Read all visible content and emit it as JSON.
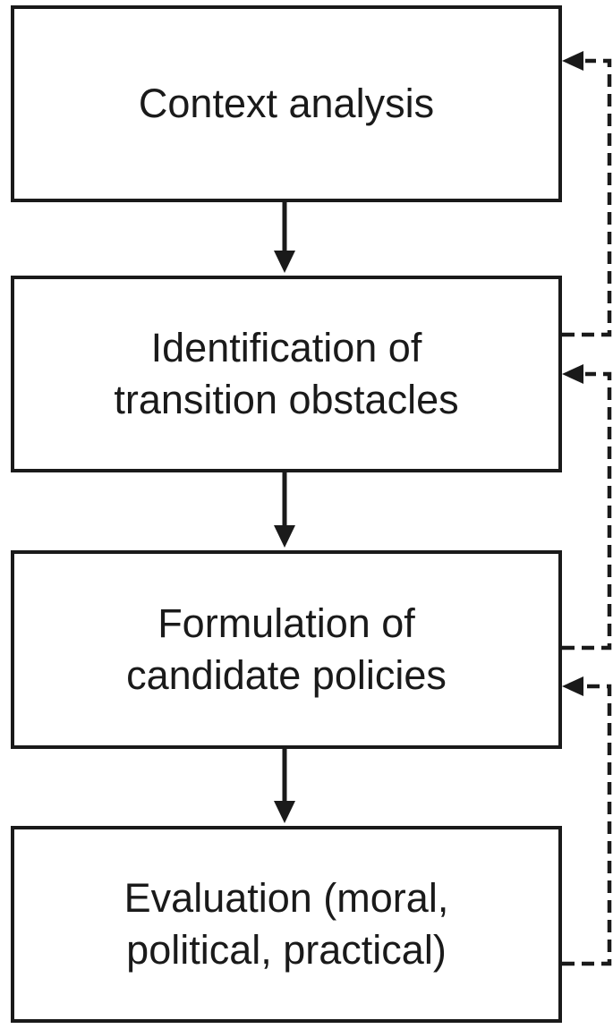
{
  "diagram": {
    "type": "flowchart",
    "steps": [
      {
        "id": "context-analysis",
        "label": "Context analysis"
      },
      {
        "id": "transition-obstacles",
        "label": "Identification of\ntransition obstacles"
      },
      {
        "id": "candidate-policies",
        "label": "Formulation of\ncandidate policies"
      },
      {
        "id": "evaluation",
        "label": "Evaluation (moral,\npolitical, practical)"
      }
    ],
    "forward_edges": [
      {
        "from": "context-analysis",
        "to": "transition-obstacles",
        "style": "solid-arrow"
      },
      {
        "from": "transition-obstacles",
        "to": "candidate-policies",
        "style": "solid-arrow"
      },
      {
        "from": "candidate-policies",
        "to": "evaluation",
        "style": "solid-arrow"
      }
    ],
    "feedback_edges": [
      {
        "from": "transition-obstacles",
        "to": "context-analysis",
        "style": "dashed-arrow"
      },
      {
        "from": "candidate-policies",
        "to": "transition-obstacles",
        "style": "dashed-arrow"
      },
      {
        "from": "evaluation",
        "to": "candidate-policies",
        "style": "dashed-arrow"
      }
    ],
    "colors": {
      "ink": "#1a1a1a",
      "box_fill": "#ffffff",
      "background": "#ffffff"
    }
  }
}
